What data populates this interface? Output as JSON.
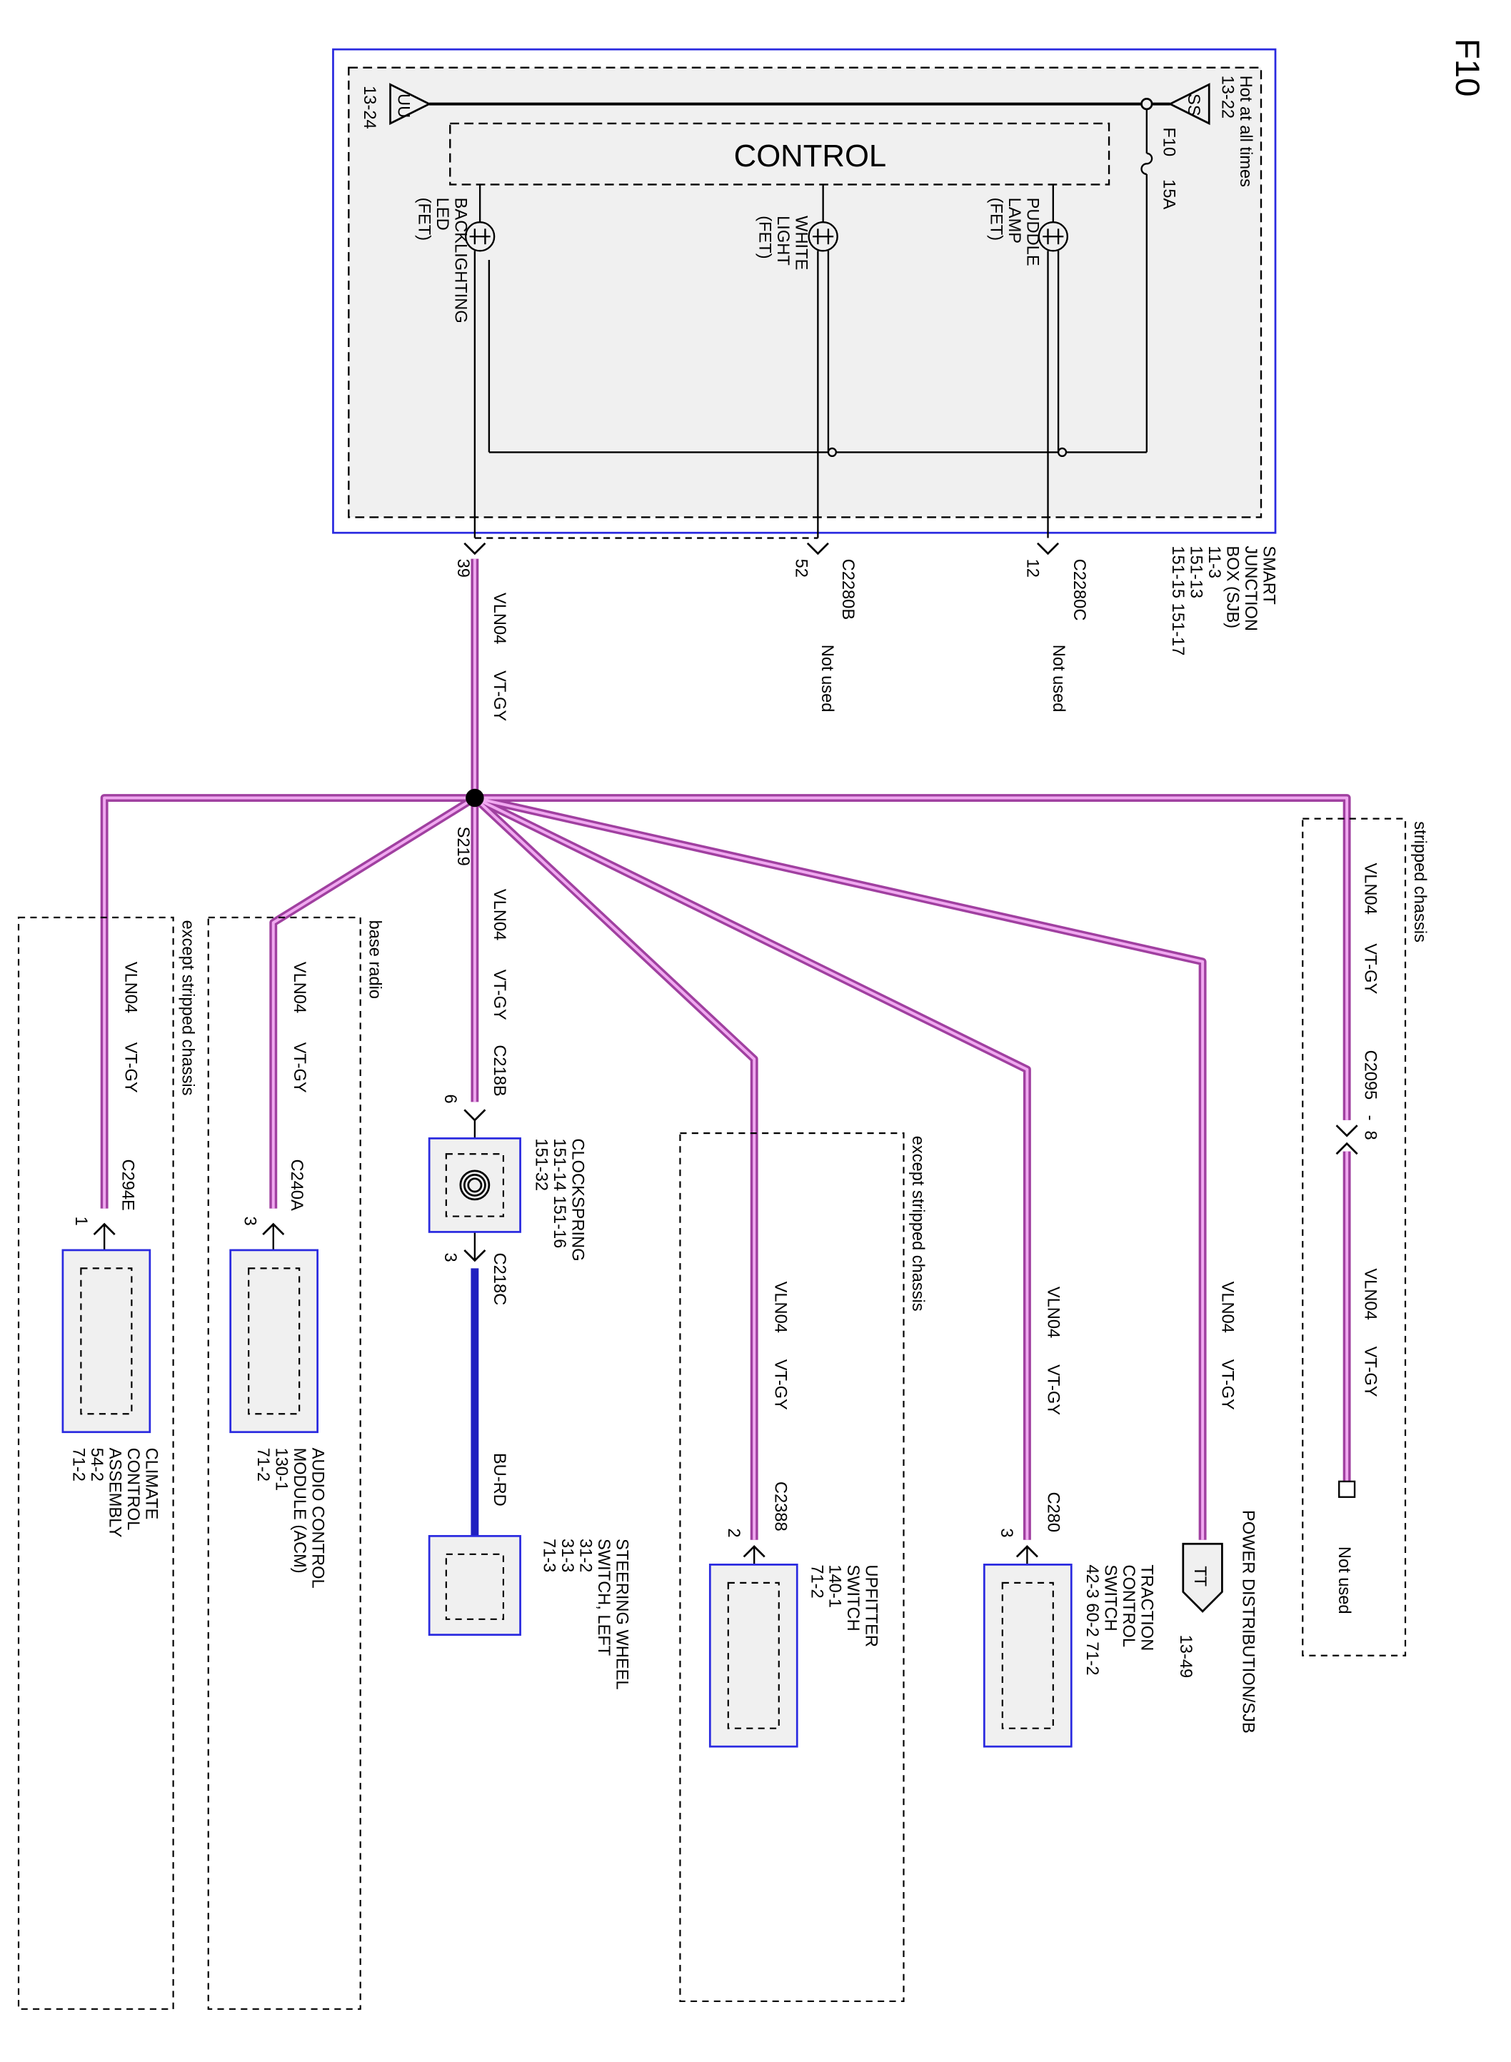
{
  "page_code": "F10",
  "colors": {
    "wire_vt_gy_outer": "#a040a0",
    "wire_vt_gy_inner": "#f0a8f0",
    "wire_bu_rd": "#2020c0",
    "module_border": "#2a2ae0",
    "module_fill": "#f0f0f0"
  },
  "sjb": {
    "name_lines": [
      "SMART",
      "JUNCTION",
      "BOX (SJB)",
      "11-3",
      "151-13",
      "151-15   151-17"
    ],
    "hot_label_lines": [
      "Hot at all times",
      "13-22"
    ],
    "input_tag": "SS",
    "output_tag": "UU",
    "output_ref": "13-24",
    "fuse_id": "F10",
    "fuse_rating": "15A",
    "control_label": "CONTROL",
    "fet_backlighting": [
      "BACKLIGHTING",
      "LED",
      "(FET)"
    ],
    "fet_white_light": [
      "WHITE",
      "LIGHT",
      "(FET)"
    ],
    "fet_puddle_lamp": [
      "PUDDLE",
      "LAMP",
      "(FET)"
    ]
  },
  "connectors": {
    "c2280c": {
      "name": "C2280C",
      "pin": "12",
      "note": "Not used"
    },
    "c2280b": {
      "name": "C2280B",
      "pin": "52",
      "note": "Not used"
    },
    "sjb_pin": "39",
    "splice": "S219",
    "c218b": {
      "name": "C218B",
      "pin": "6"
    },
    "c218c": {
      "name": "C218C",
      "pin": "3"
    },
    "c294e": {
      "name": "C294E",
      "pin": "1"
    },
    "c240a": {
      "name": "C240A",
      "pin": "3"
    },
    "c2388": {
      "name": "C2388",
      "pin": "2"
    },
    "c280": {
      "name": "C280",
      "pin": "3"
    },
    "c2095": {
      "name": "C2095",
      "pin": "8",
      "sep": "-"
    }
  },
  "wires": {
    "circuit": "VLN04",
    "color": "VT-GY",
    "steering_color": "BU-RD"
  },
  "components": {
    "climate": [
      "CLIMATE",
      "CONTROL",
      "ASSEMBLY",
      "54-2",
      "71-2"
    ],
    "audio": [
      "AUDIO CONTROL",
      "MODULE (ACM)",
      "130-1",
      "71-2"
    ],
    "clockspring": [
      "CLOCKSPRING",
      "151-14   151-16",
      "151-32"
    ],
    "steering": [
      "STEERING WHEEL",
      "SWITCH, LEFT",
      "31-2",
      "31-3",
      "71-3"
    ],
    "upfitter": [
      "UPFITTER",
      "SWITCH",
      "140-1",
      "71-2"
    ],
    "traction": [
      "TRACTION",
      "CONTROL",
      "SWITCH",
      "42-3   60-2   71-2"
    ],
    "power_distribution": {
      "label": "POWER DISTRIBUTION/SJB",
      "tag": "TT",
      "ref": "13-49"
    },
    "stripped_not_used": "Not used"
  },
  "conditions": {
    "except_stripped": "except stripped chassis",
    "base_radio": "base radio",
    "stripped": "stripped chassis"
  }
}
